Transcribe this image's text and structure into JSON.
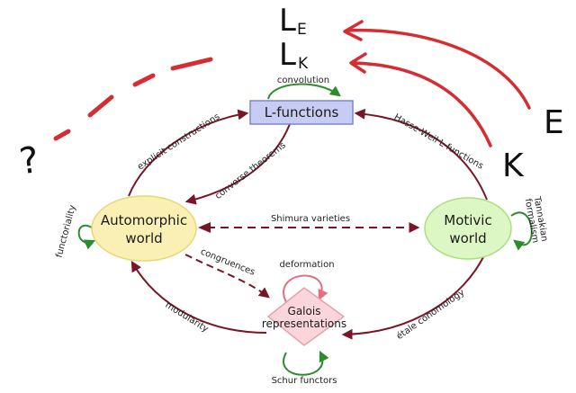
{
  "annotations": {
    "question_mark": "?",
    "l_e": "L",
    "l_e_sub": "E",
    "l_k": "L",
    "l_k_sub": "K",
    "letter_e": "E",
    "letter_k": "K"
  },
  "nodes": {
    "l_functions": "L-functions",
    "automorphic_line1": "Automorphic",
    "automorphic_line2": "world",
    "motivic_line1": "Motivic",
    "motivic_line2": "world",
    "galois_line1": "Galois",
    "galois_line2": "representations"
  },
  "edges": {
    "convolution": "convolution",
    "explicit_constructions": "explicit constructions",
    "converse_theorems": "converse theorems",
    "hasse_weil": "Hasse-Weil L-functions",
    "shimura": "Shimura varieties",
    "functoriality": "functoriality",
    "tannakian_line1": "Tannakian",
    "tannakian_line2": "formalism",
    "congruences": "congruences",
    "deformation": "deformation",
    "modularity": "modularity",
    "etale": "étale cohomology",
    "schur": "Schur functors"
  },
  "colors": {
    "dark_red": "#7a1525",
    "handwritten_red": "#d42d33",
    "green": "#2e8b2e",
    "pink": "#e07080",
    "l_box_fill": "#c7cdf2",
    "l_box_stroke": "#7a86d6",
    "auto_fill": "#fbf0b4",
    "auto_stroke": "#e6d774",
    "motivic_fill": "#ddf7c4",
    "motivic_stroke": "#a9e07e",
    "galois_fill": "#fad6da",
    "galois_stroke": "#e8a0ab"
  }
}
